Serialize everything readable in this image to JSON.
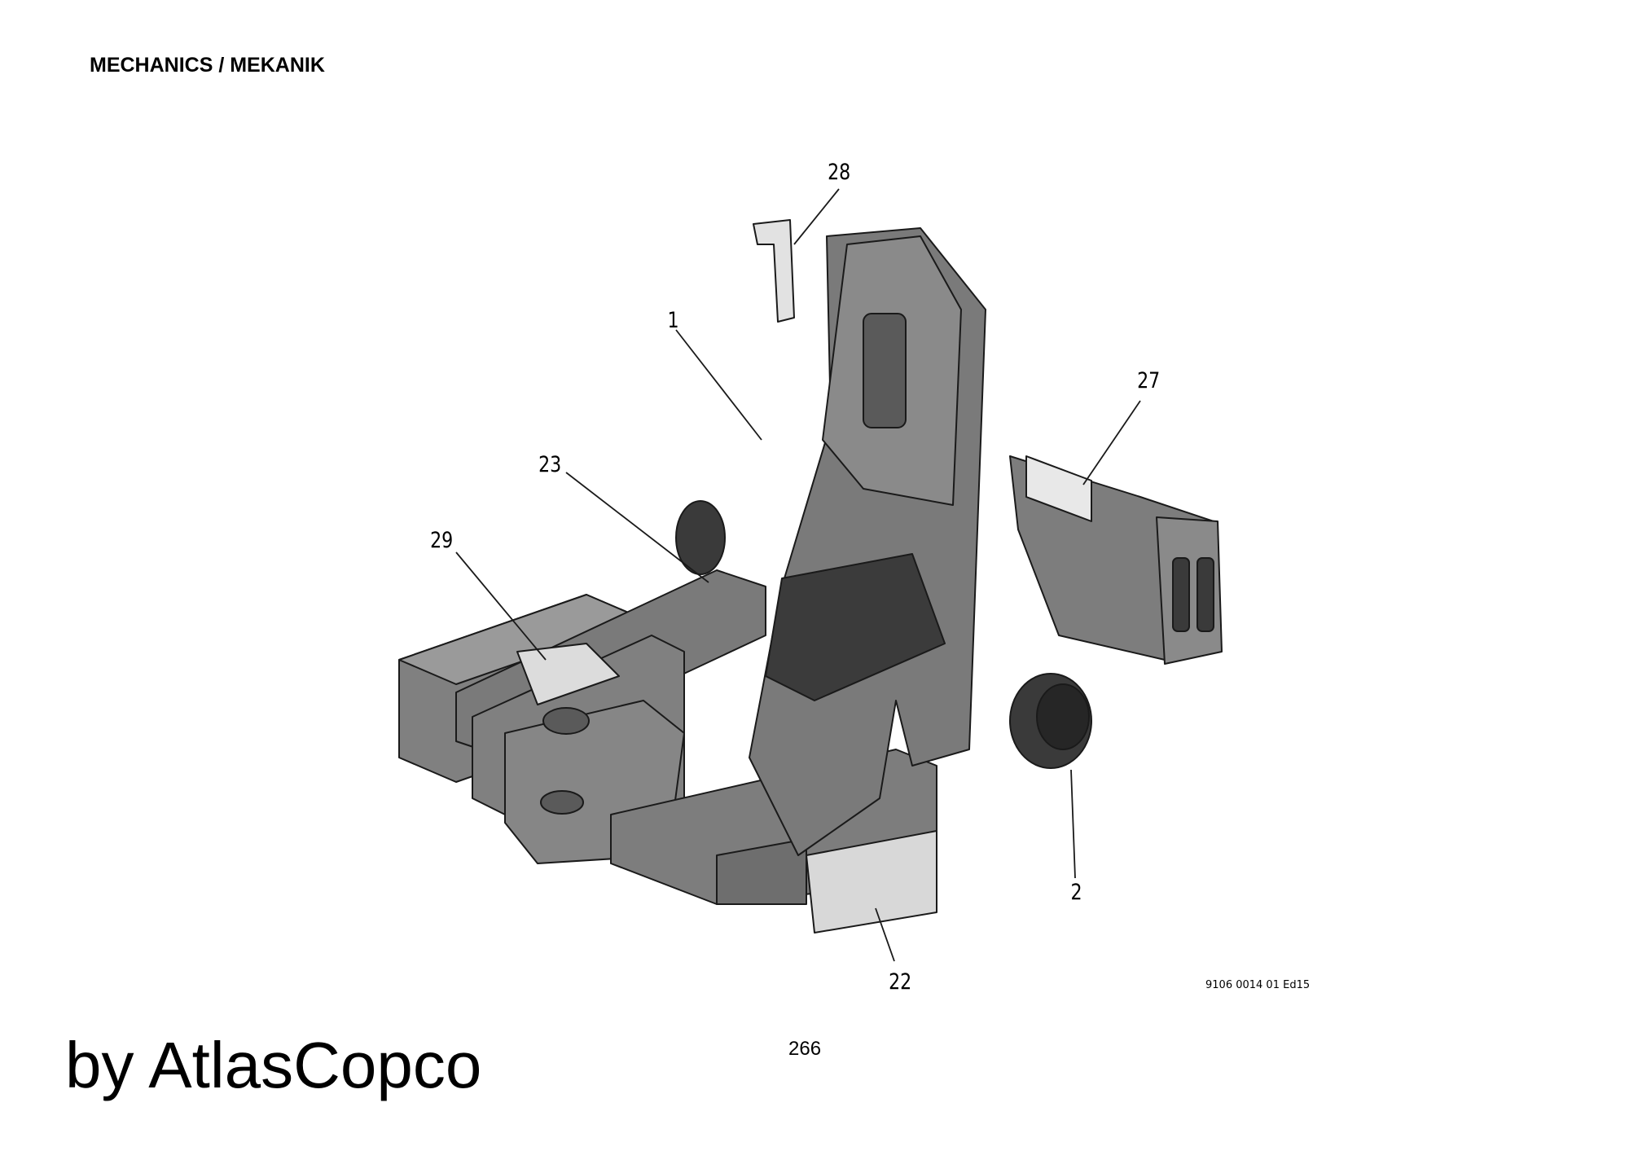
{
  "header": {
    "section_title": "MECHANICS / MEKANIK"
  },
  "drawing": {
    "callouts": [
      "28",
      "1",
      "27",
      "23",
      "29",
      "2",
      "22"
    ],
    "colors": {
      "frame": "#808080",
      "frame_dark": "#5a5a5a",
      "frame_light": "#9a9a9a",
      "line": "#1a1a1a",
      "step": "#d8d8d8"
    }
  },
  "footer": {
    "drawing_ref": "9106 0014 01 Ed15",
    "page_number": "266",
    "watermark": "by AtlasCopco"
  }
}
